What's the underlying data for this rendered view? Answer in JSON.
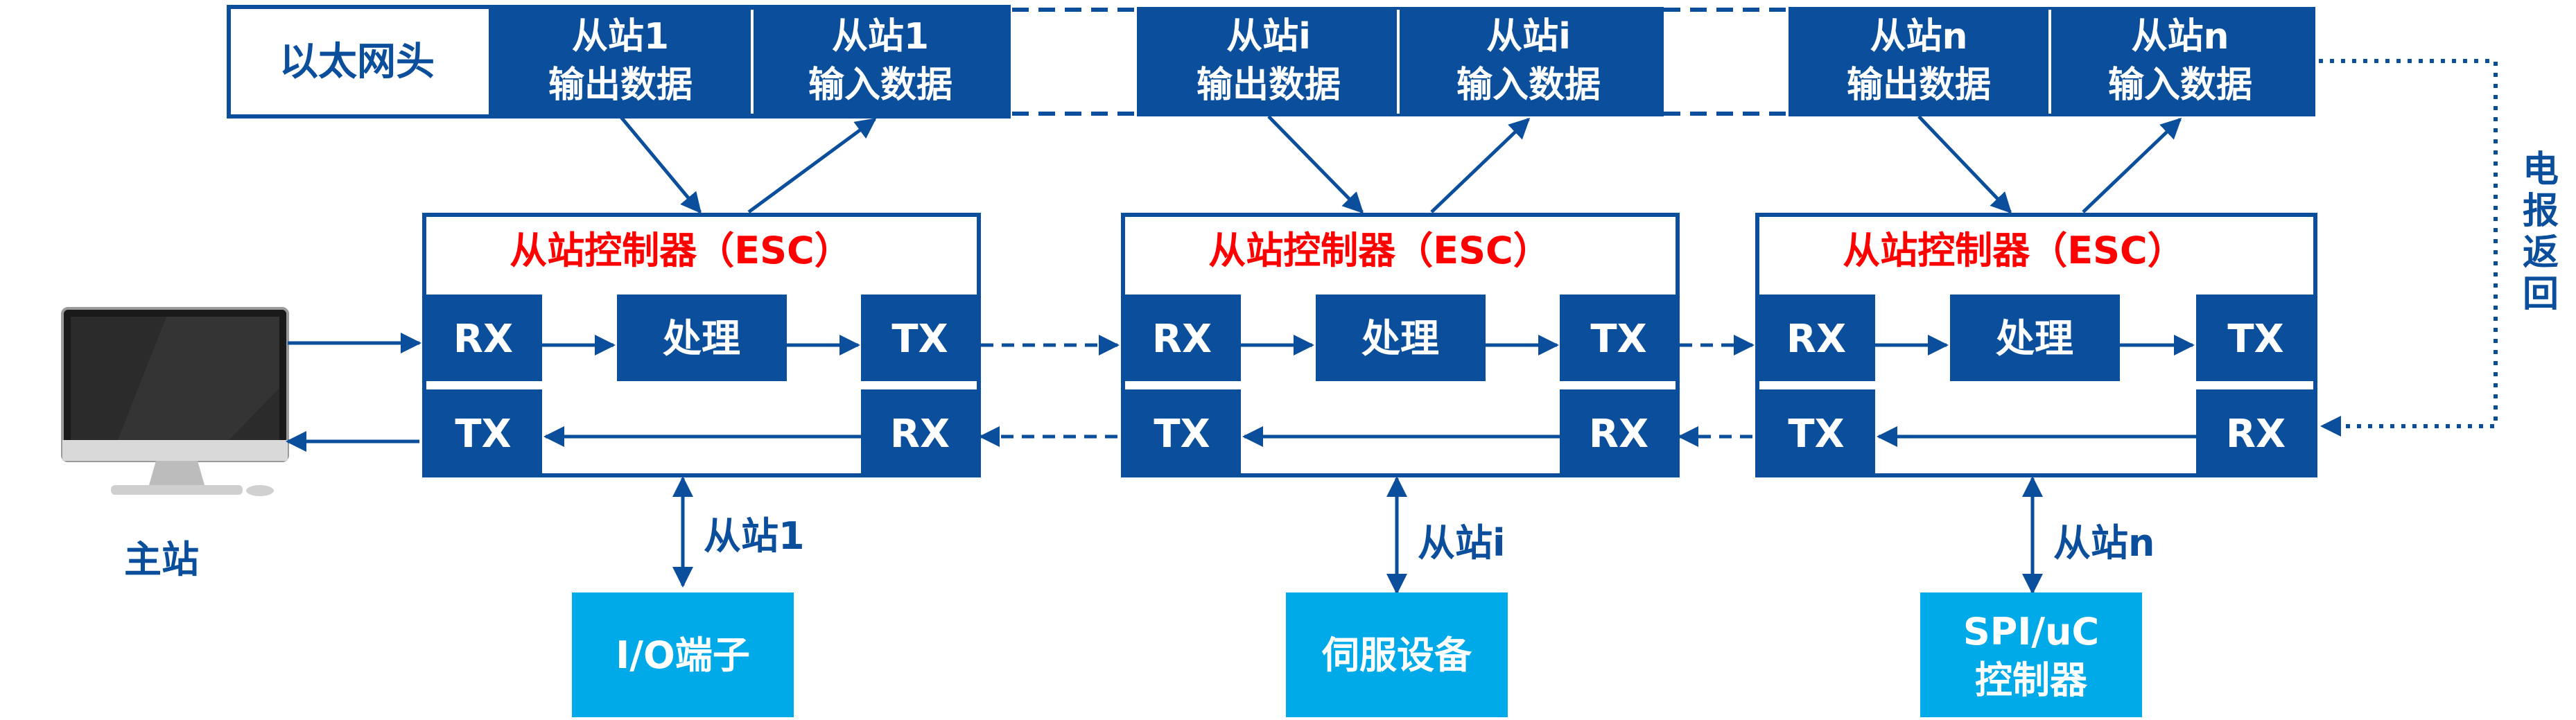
{
  "frame": {
    "header_label": "以太网头",
    "segments": [
      {
        "out_label": [
          "从站1",
          "输出数据"
        ],
        "in_label": [
          "从站1",
          "输入数据"
        ]
      },
      {
        "out_label": [
          "从站i",
          "输出数据"
        ],
        "in_label": [
          "从站i",
          "输入数据"
        ]
      },
      {
        "out_label": [
          "从站n",
          "输出数据"
        ],
        "in_label": [
          "从站n",
          "输入数据"
        ]
      }
    ]
  },
  "return_label": "电报返回",
  "master_label": "主站",
  "slaves": [
    {
      "esc_title": "从站控制器（ESC）",
      "rx": "RX",
      "process": "处理",
      "tx": "TX",
      "tx2": "TX",
      "rx2": "RX",
      "slave_label": "从站1",
      "device": [
        "I/O端子"
      ]
    },
    {
      "esc_title": "从站控制器（ESC）",
      "rx": "RX",
      "process": "处理",
      "tx": "TX",
      "tx2": "TX",
      "rx2": "RX",
      "slave_label": "从站i",
      "device": [
        "伺服设备"
      ]
    },
    {
      "esc_title": "从站控制器（ESC）",
      "rx": "RX",
      "process": "处理",
      "tx": "TX",
      "tx2": "TX",
      "rx2": "RX",
      "slave_label": "从站n",
      "device": [
        "SPI/uC",
        "控制器"
      ]
    }
  ],
  "colors": {
    "dark_blue": "#0b4f9c",
    "light_blue": "#00a9e8",
    "red": "#ff0000",
    "white": "#ffffff"
  }
}
